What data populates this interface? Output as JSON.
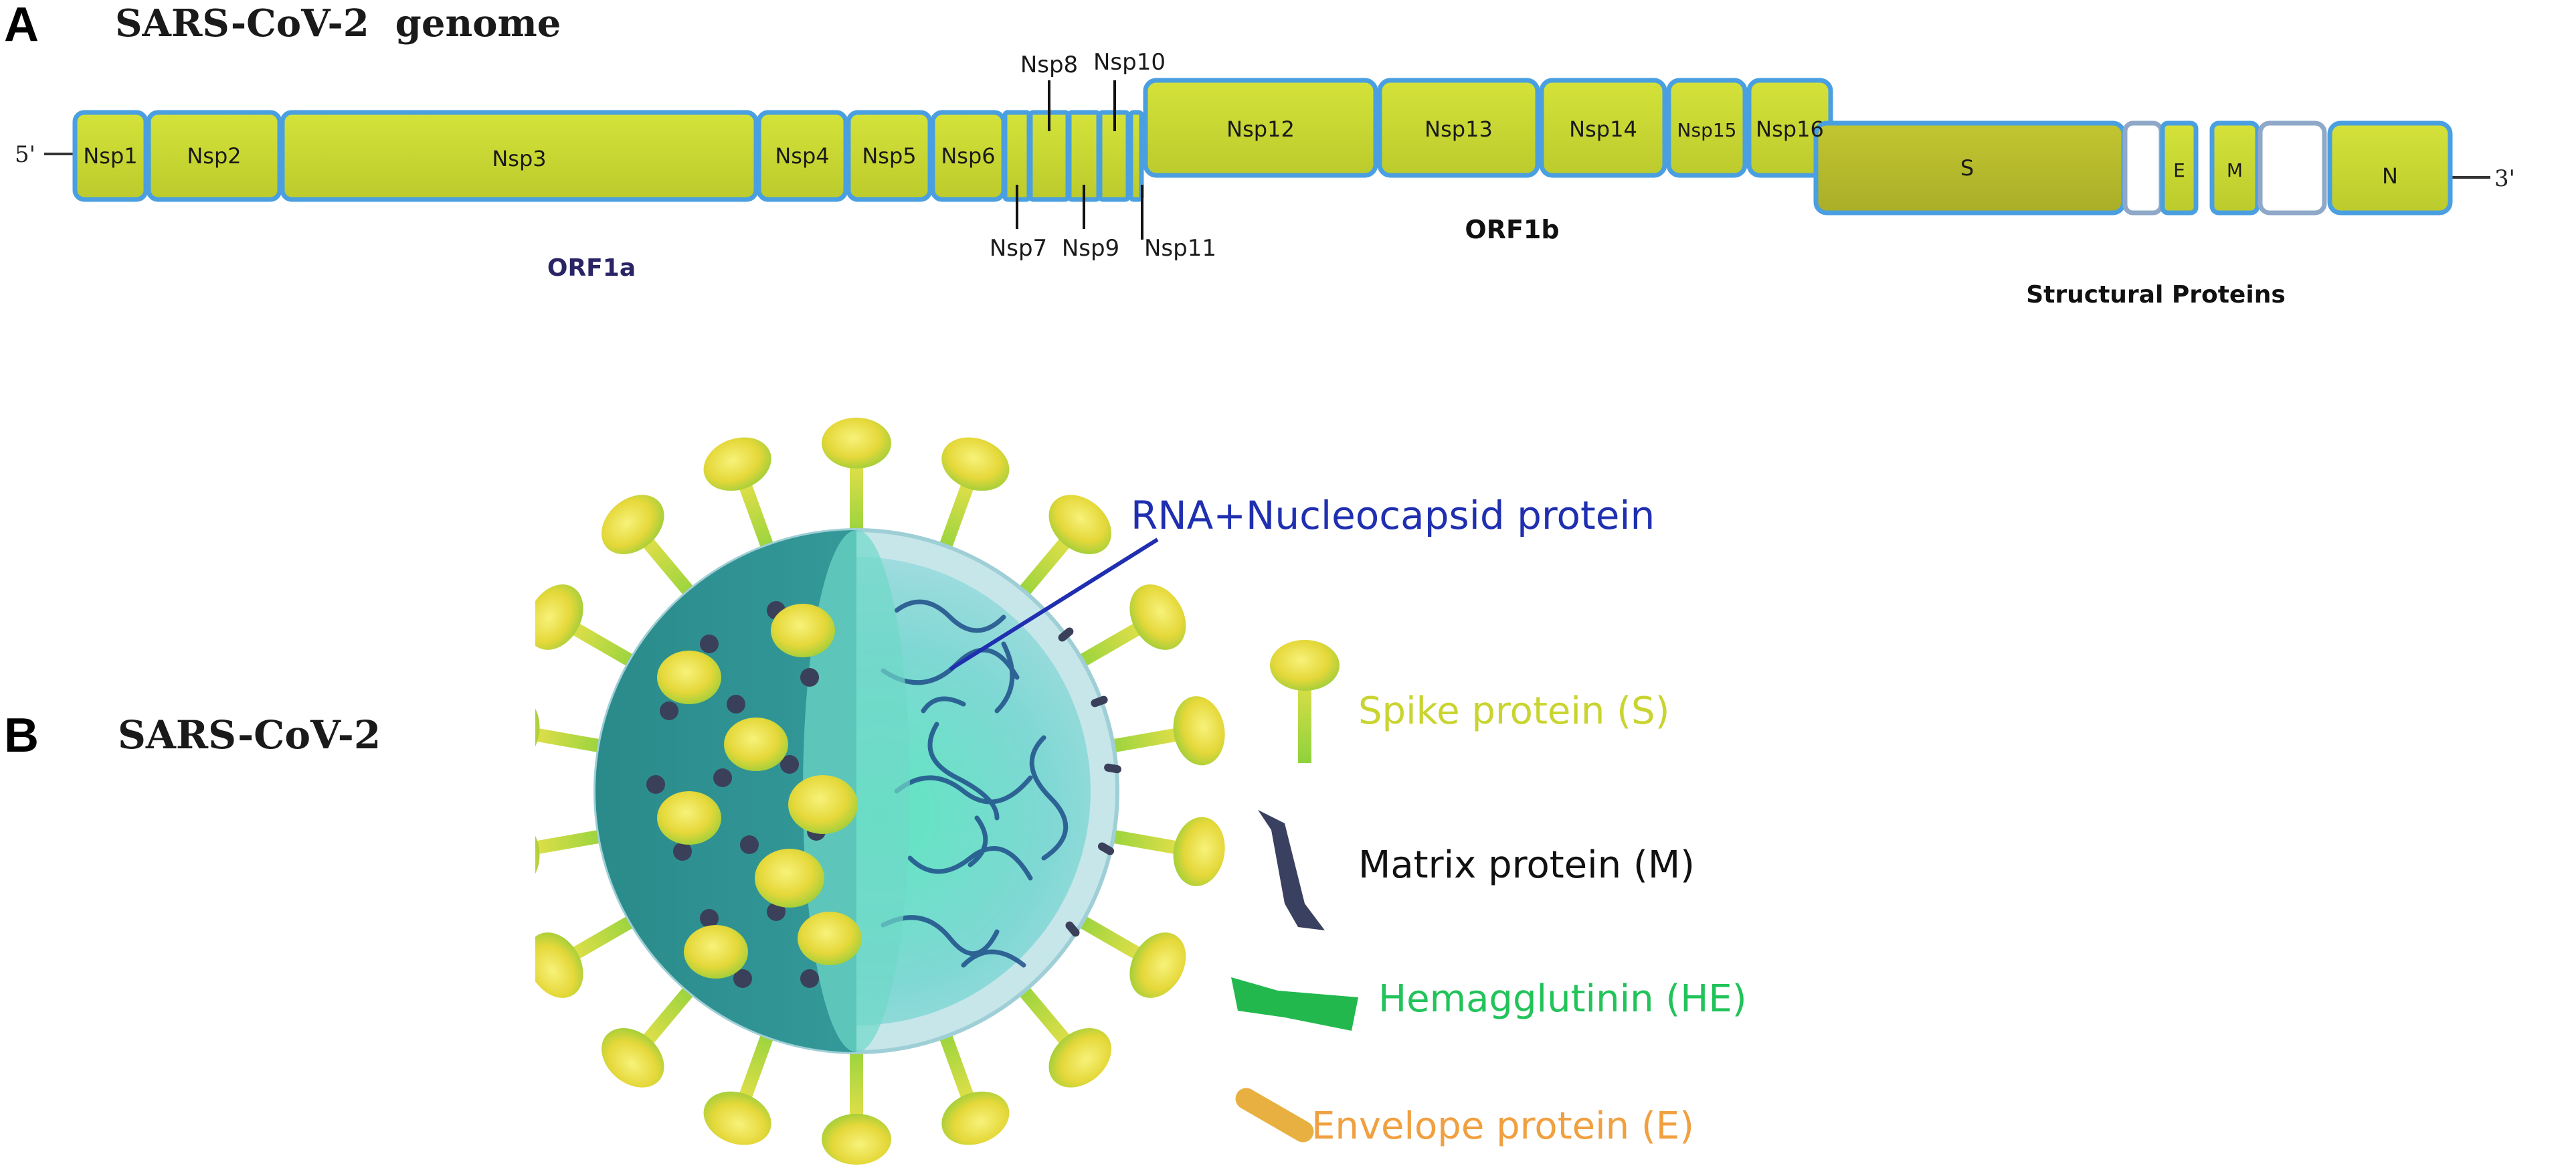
{
  "panels": {
    "a_letter": "A",
    "a_title": "SARS-CoV-2  genome",
    "b_letter": "B",
    "b_title": "SARS-CoV-2"
  },
  "genome": {
    "five_prime": "5'",
    "three_prime": "3'",
    "segments": [
      {
        "name": "nsp1",
        "label": "Nsp1"
      },
      {
        "name": "nsp2",
        "label": "Nsp2"
      },
      {
        "name": "nsp3",
        "label": "Nsp3"
      },
      {
        "name": "nsp4",
        "label": "Nsp4"
      },
      {
        "name": "nsp5",
        "label": "Nsp5"
      },
      {
        "name": "nsp6",
        "label": "Nsp6"
      },
      {
        "name": "nsp12",
        "label": "Nsp12"
      },
      {
        "name": "nsp13",
        "label": "Nsp13"
      },
      {
        "name": "nsp14",
        "label": "Nsp14"
      },
      {
        "name": "nsp15",
        "label": "Nsp15"
      },
      {
        "name": "nsp16",
        "label": "Nsp16"
      },
      {
        "name": "s",
        "label": "S"
      },
      {
        "name": "e",
        "label": "E"
      },
      {
        "name": "m",
        "label": "M"
      },
      {
        "name": "n",
        "label": "N"
      }
    ],
    "small_labels": {
      "nsp7": "Nsp7",
      "nsp8": "Nsp8",
      "nsp9": "Nsp9",
      "nsp10": "Nsp10",
      "nsp11": "Nsp11"
    },
    "orf1a": "ORF1a",
    "orf1b": "ORF1b",
    "structural": "Structural Proteins"
  },
  "virion": {
    "rna_label": "RNA+Nucleocapsid protein"
  },
  "legend": [
    {
      "name": "spike",
      "label": "Spike protein (S)",
      "color": "#c9d430"
    },
    {
      "name": "matrix",
      "label": "Matrix protein (M)",
      "color": "#111111"
    },
    {
      "name": "hemagglutinin",
      "label": "Hemagglutinin (HE)",
      "color": "#22c35a"
    },
    {
      "name": "envelope",
      "label": "Envelope protein (E)",
      "color": "#f0a040"
    }
  ],
  "colors": {
    "segment_fill": "#c8d632",
    "segment_stroke": "#4a9fe0",
    "s_fill": "#b8bf2e",
    "orf1a": "#2a2466",
    "orf1b": "#111111",
    "rna_label": "#1f2fb0"
  }
}
